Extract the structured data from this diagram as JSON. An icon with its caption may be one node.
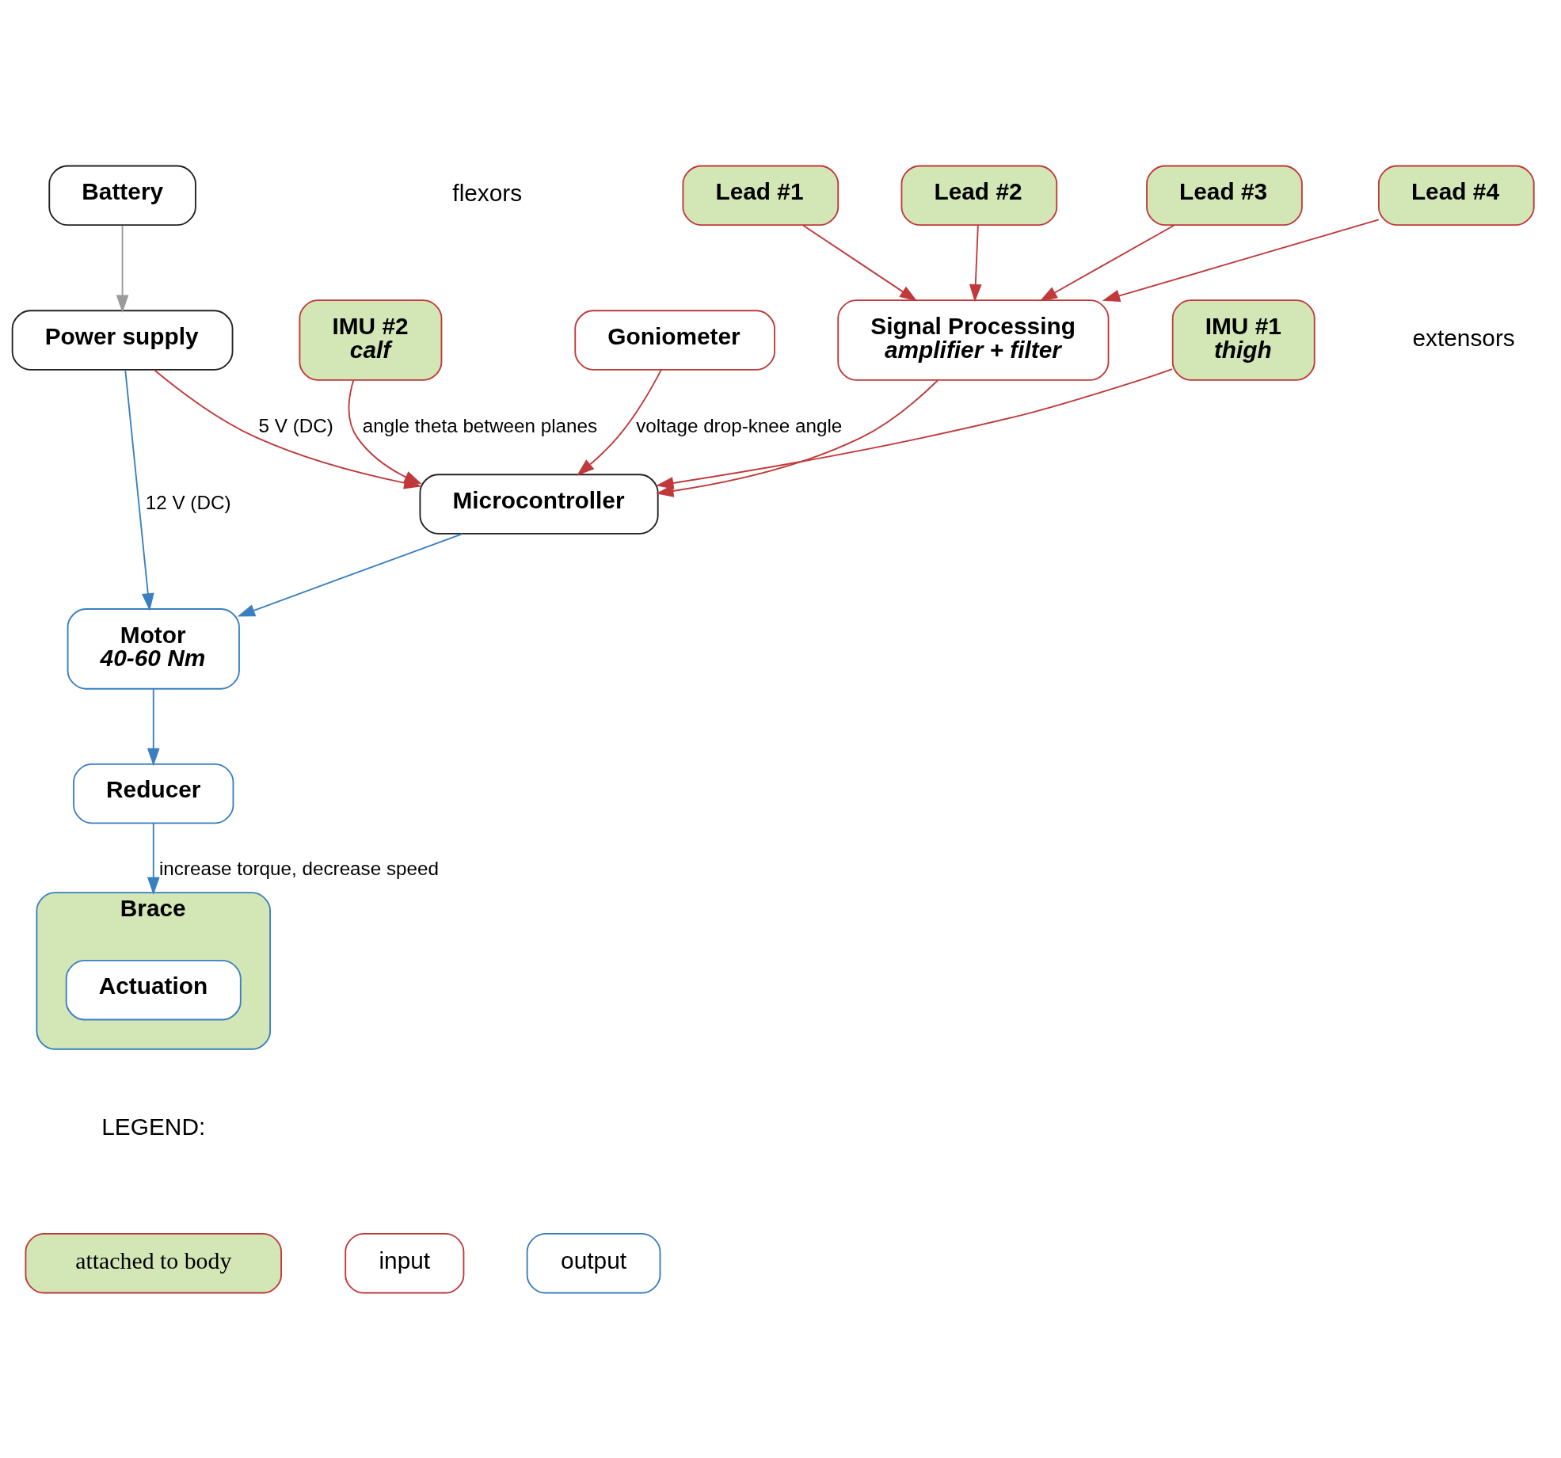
{
  "diagram": {
    "nodes": [
      {
        "text": [
          "Battery"
        ]
      },
      {
        "text": [
          "Power supply"
        ]
      },
      {
        "text": [
          "IMU #1",
          "thigh"
        ]
      },
      {
        "text": [
          "IMU #2",
          "calf"
        ]
      },
      {
        "text": [
          "Microcontroller"
        ]
      },
      {
        "text": [
          "Motor",
          "40-60 Nm"
        ]
      },
      {
        "text": [
          "Reducer"
        ]
      },
      {
        "text": [
          "Goniometer"
        ]
      },
      {
        "text": [
          "Signal Processing",
          "amplifier + filter"
        ]
      },
      {
        "text": [
          "Lead #1"
        ]
      },
      {
        "text": [
          "Lead #2"
        ]
      },
      {
        "text": [
          "Lead #3"
        ]
      },
      {
        "text": [
          "Lead #4"
        ]
      },
      {
        "text": [
          "Brace"
        ]
      },
      {
        "text": [
          "Actuation"
        ],
        "in": 13
      }
    ],
    "edges": [
      {
        "from": 0,
        "to": 1,
        "arrow": "to",
        "color": "#9a9a9a"
      },
      {
        "from": 1,
        "to": 5,
        "arrow": "to",
        "label": "12 V (DC)",
        "color": "#3a7fc0"
      },
      {
        "from": 1,
        "to": 4,
        "arrow": "to",
        "label": "5 V (DC)"
      },
      {
        "from": 2,
        "to": 4,
        "arrow": "to"
      },
      {
        "from": 3,
        "to": 4,
        "arrow": "to",
        "label": "angle theta between planes"
      },
      {
        "from": 4,
        "to": 5,
        "arrow": "to",
        "color": "#3a7fc0"
      },
      {
        "from": 5,
        "to": 6,
        "arrow": "to",
        "color": "#3a7fc0"
      },
      {
        "from": 8,
        "to": 4,
        "arrow": "to"
      },
      {
        "from": 7,
        "to": 4,
        "arrow": "to",
        "label": "voltage drop-knee angle"
      },
      {
        "from": 6,
        "to": 13,
        "arrow": "to",
        "label": "increase torque, decrease speed",
        "color": "#3a7fc0"
      },
      {
        "from": 9,
        "to": 8,
        "arrow": "to"
      },
      {
        "from": 10,
        "to": 8,
        "arrow": "to"
      },
      {
        "from": 11,
        "to": 8,
        "arrow": "to"
      },
      {
        "from": 12,
        "to": 8,
        "arrow": "to"
      }
    ],
    "labels": [
      "flexors",
      "extensors",
      "LEGEND:"
    ],
    "legend": [
      {
        "text": "attached to body",
        "color": "#d3e6b5"
      },
      {
        "text": "input",
        "color": "#c0393b"
      },
      {
        "text": "output",
        "color": "#3a7fc0"
      }
    ]
  }
}
